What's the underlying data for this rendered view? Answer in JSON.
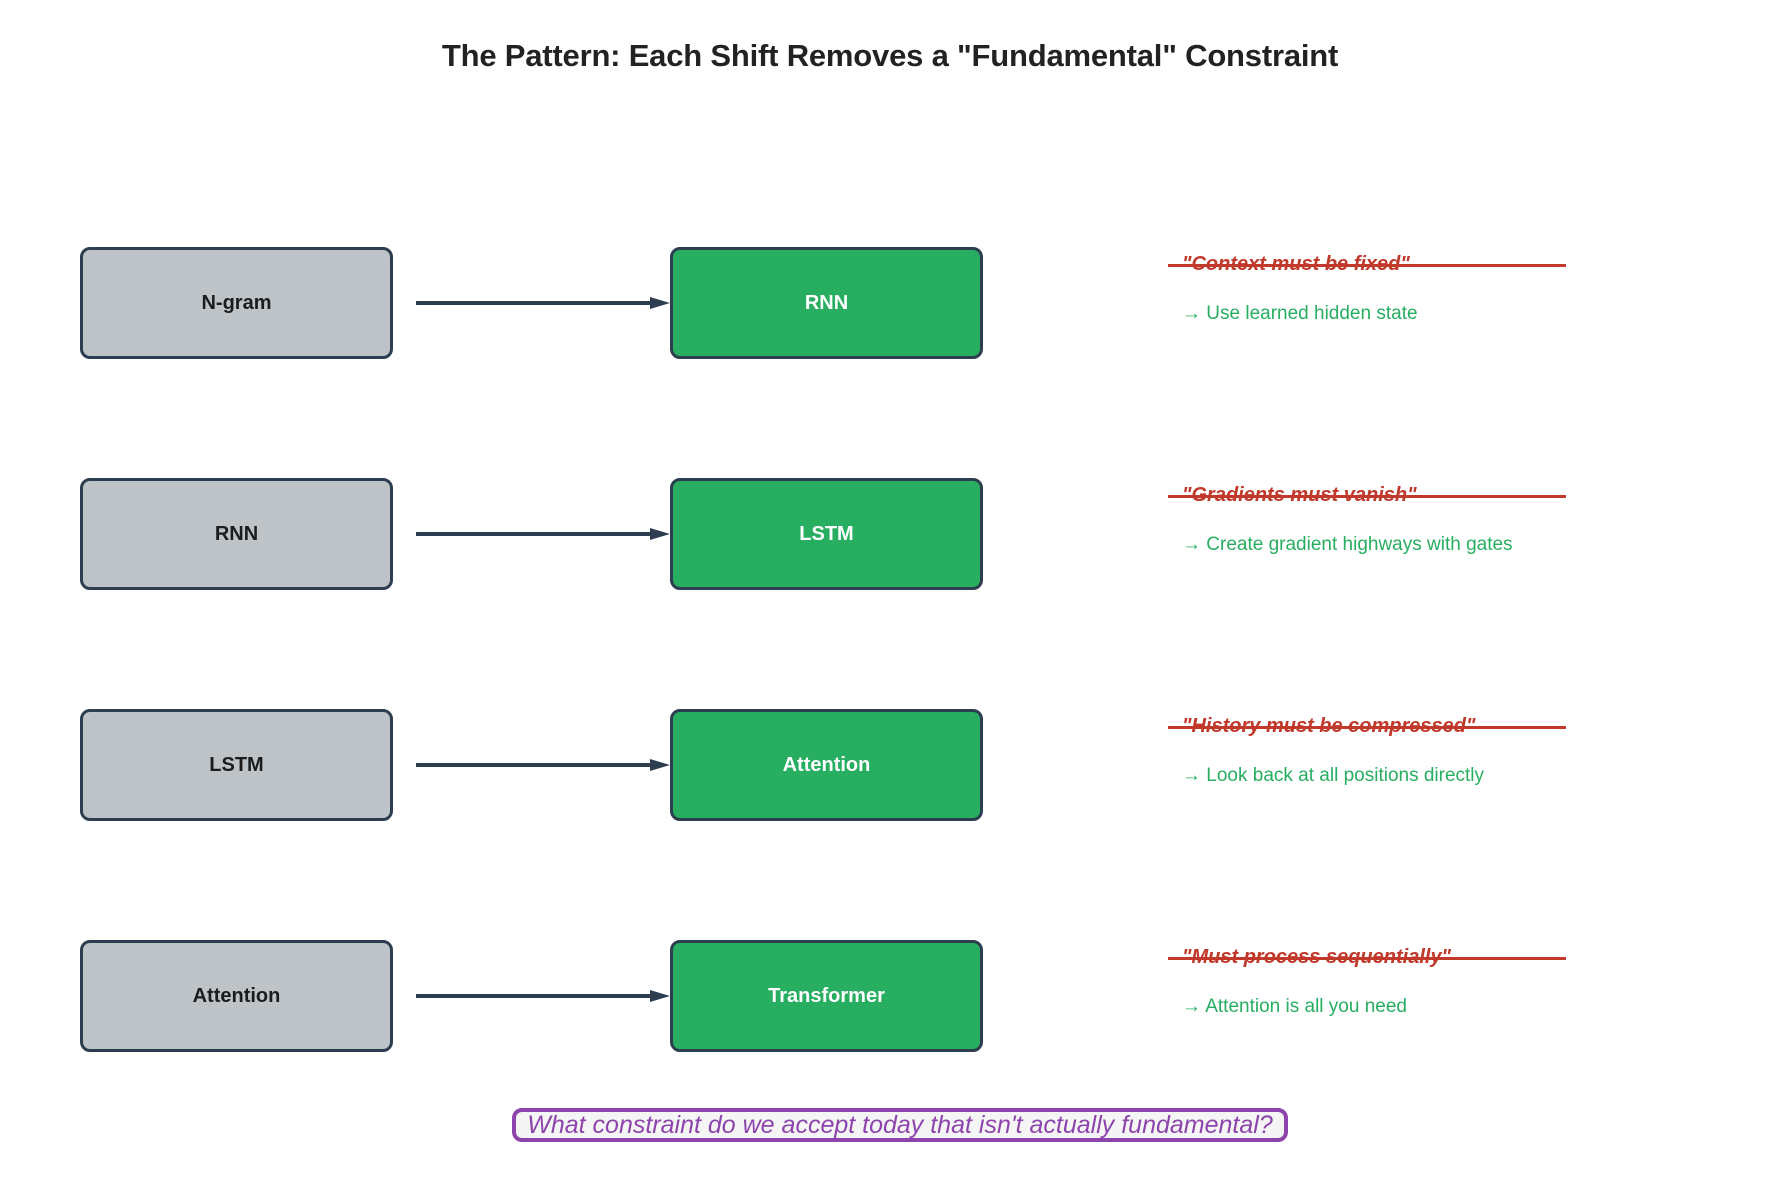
{
  "title": "The Pattern: Each Shift Removes a \"Fundamental\" Constraint",
  "colors": {
    "background": "#ffffff",
    "node_from_fill": "#bdc3c7",
    "node_to_fill": "#27ae60",
    "node_border": "#2c3e50",
    "arrow": "#2c3e50",
    "constraint_red": "#c0392b",
    "solution_green": "#27ae60",
    "question_purple": "#8e44ad",
    "question_fill": "#f5f5f5",
    "title_text": "#222222"
  },
  "rows": [
    {
      "from": "N-gram",
      "to": "RNN",
      "constraint": "\"Context must be fixed\"",
      "solution": "→ Use learned hidden state"
    },
    {
      "from": "RNN",
      "to": "LSTM",
      "constraint": "\"Gradients must vanish\"",
      "solution": "→ Create gradient highways with gates"
    },
    {
      "from": "LSTM",
      "to": "Attention",
      "constraint": "\"History must be compressed\"",
      "solution": "→ Look back at all positions directly"
    },
    {
      "from": "Attention",
      "to": "Transformer",
      "constraint": "\"Must process sequentially\"",
      "solution": "→ Attention is all you need"
    }
  ],
  "question": "What constraint do we accept today that isn't actually fundamental?"
}
